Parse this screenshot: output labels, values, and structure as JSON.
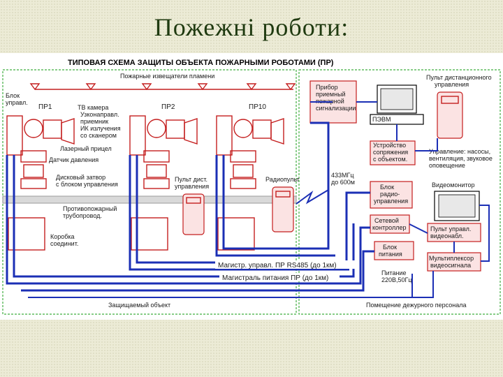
{
  "slide": {
    "title": "Пожежні роботи:"
  },
  "diagram": {
    "heading": "ТИПОВАЯ СХЕМА ЗАЩИТЫ ОБЪЕКТА ПОЖАРНЫМИ РОБОТАМИ (ПР)",
    "flame_detectors": "Пожарные извещатели пламени",
    "block_control": [
      "Блок",
      "управл."
    ],
    "robots": [
      "ПР1",
      "ПР2",
      "ПР10"
    ],
    "tv_camera": "ТВ камера",
    "ir_receiver": [
      "Узконаправл.",
      "приемник",
      "ИК излучения",
      "со сканером"
    ],
    "laser_sight": "Лазерный прицел",
    "pressure_sensor": "Датчик давления",
    "disc_valve": [
      "Дисковый затвор",
      "с блоком управления"
    ],
    "pipeline": [
      "Противопожарный",
      "трубопровод."
    ],
    "junction_box": [
      "Коробка",
      "соединит."
    ],
    "remote_panel": [
      "Пульт дист.",
      "управления"
    ],
    "radio_panel": "Радиопульт",
    "radio_freq": [
      "433МГц",
      "до 600м"
    ],
    "fire_panel": [
      "Прибор",
      "приемный",
      "пожарной",
      "сигнализации"
    ],
    "pc": "ПЭВМ",
    "interface": [
      "Устройство",
      "сопряжения",
      "с объектом."
    ],
    "remote_control_top": [
      "Пульт дистанционного",
      "управления"
    ],
    "controls": [
      "Управление: насосы,",
      "вентиляция, звуковое",
      "оповещение"
    ],
    "video_monitor": "Видеомонитор",
    "radio_block": [
      "Блок",
      "радио-",
      "управления"
    ],
    "net_controller": [
      "Сетевой",
      "контроллер"
    ],
    "video_panel": [
      "Пульт управл.",
      "видеонабл."
    ],
    "power_block": [
      "Блок",
      "питания"
    ],
    "video_mux": [
      "Мультиплексор",
      "видеосигнала"
    ],
    "bus_control": "Магистр. управл. ПР RS485 (до 1км)",
    "bus_power": "Магистраль питания ПР (до 1км)",
    "power_supply": [
      "Питание",
      "220В,50Гц"
    ],
    "protected_object": "Защищаемый объект",
    "duty_room": "Помещение дежурного персонала"
  }
}
